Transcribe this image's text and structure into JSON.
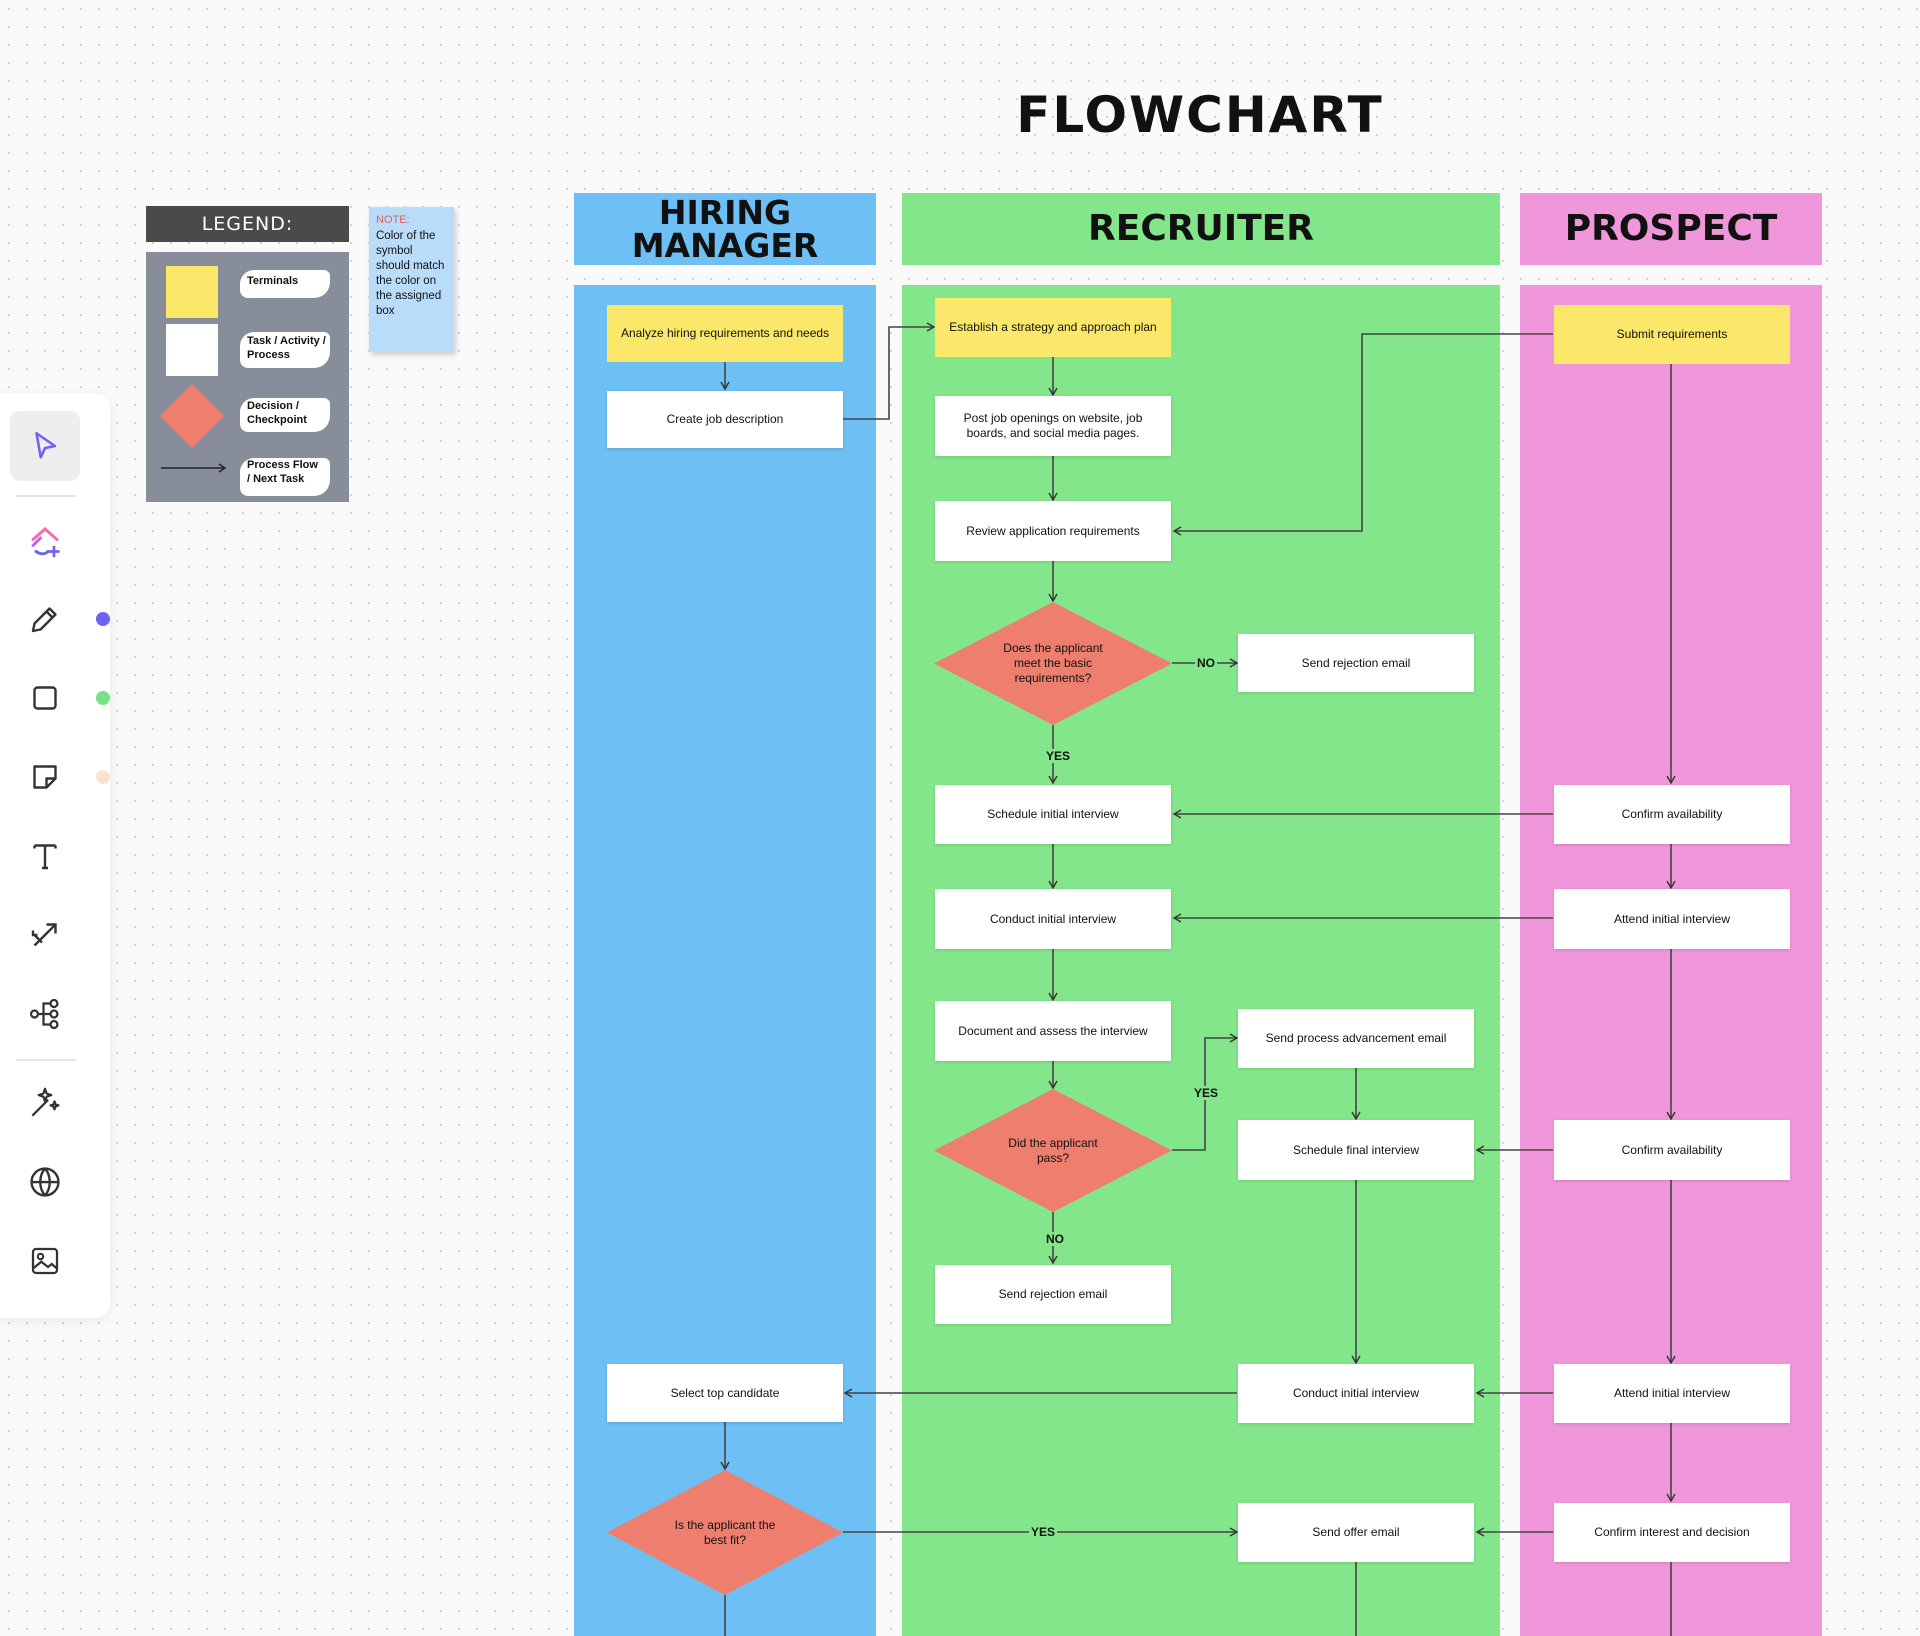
{
  "title": "FLOWCHART",
  "colors": {
    "hiring_lane": "#6dbff4",
    "recruiter_lane": "#83e68a",
    "prospect_lane": "#f096da",
    "terminal": "#fbe86b",
    "task": "#ffffff",
    "decision": "#ee7f6f",
    "legend_bg": "#878d99",
    "note_bg": "#b9dcfb",
    "accent": "#7b6cf6"
  },
  "lanes": {
    "hiring_manager": {
      "line1": "HIRING",
      "line2": "MANAGER"
    },
    "recruiter": {
      "label": "RECRUITER"
    },
    "prospect": {
      "label": "PROSPECT"
    }
  },
  "legend": {
    "title": "LEGEND:",
    "items": [
      {
        "label": "Terminals"
      },
      {
        "label": "Task / Activity / Process"
      },
      {
        "label": "Decision / Checkpoint"
      },
      {
        "label": "Process Flow / Next Task"
      }
    ]
  },
  "note": {
    "heading": "NOTE:",
    "text": "Color of the symbol should match the color on the assigned box"
  },
  "nodes": {
    "hm_analyze": "Analyze hiring requirements and needs",
    "hm_create_jd": "Create job description",
    "hm_select_top": "Select top candidate",
    "hm_best_fit": "Is the applicant the best fit?",
    "rc_strategy": "Establish a strategy and approach plan",
    "rc_post_jobs": "Post job openings on website, job boards, and social media pages.",
    "rc_review": "Review application requirements",
    "rc_meet_basic": "Does the applicant meet the basic requirements?",
    "rc_reject_1": "Send rejection email",
    "rc_schedule_initial": "Schedule initial interview",
    "rc_conduct_initial": "Conduct initial interview",
    "rc_document": "Document and assess the interview",
    "rc_pass": "Did the applicant pass?",
    "rc_advancement": "Send process advancement email",
    "rc_schedule_final": "Schedule final interview",
    "rc_reject_2": "Send rejection email",
    "rc_conduct_final": "Conduct initial interview",
    "rc_offer": "Send offer email",
    "pr_submit": "Submit requirements",
    "pr_confirm_1": "Confirm availability",
    "pr_attend_1": "Attend initial interview",
    "pr_confirm_2": "Confirm availability",
    "pr_attend_2": "Attend initial interview",
    "pr_interest": "Confirm interest and decision"
  },
  "edge_labels": {
    "no_1": "NO",
    "yes_1": "YES",
    "yes_2": "YES",
    "no_2": "NO",
    "yes_3": "YES"
  },
  "toolbar": {
    "tools": [
      {
        "name": "select"
      },
      {
        "name": "clickup-ai"
      },
      {
        "name": "pen"
      },
      {
        "name": "shape"
      },
      {
        "name": "sticky-note"
      },
      {
        "name": "text"
      },
      {
        "name": "connector"
      },
      {
        "name": "mind-map"
      },
      {
        "name": "ai-magic"
      },
      {
        "name": "web-embed"
      },
      {
        "name": "image"
      }
    ],
    "dot_colors": [
      "#6f62ee",
      "#7be08a",
      "#fbe2cf"
    ]
  }
}
